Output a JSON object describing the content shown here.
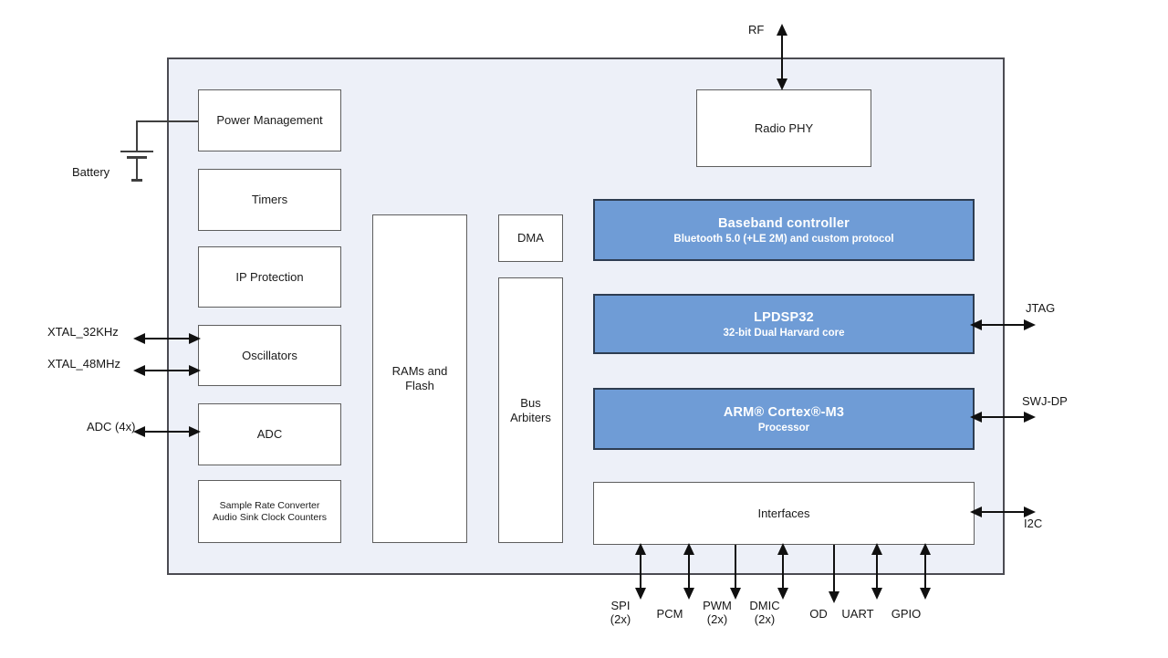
{
  "blocks": {
    "power_management": {
      "label": "Power Management"
    },
    "timers": {
      "label": "Timers"
    },
    "ip_protection": {
      "label": "IP Protection"
    },
    "oscillators": {
      "label": "Oscillators"
    },
    "adc": {
      "label": "ADC"
    },
    "sample_rate": {
      "line1": "Sample Rate Converter",
      "line2": "Audio Sink Clock Counters"
    },
    "rams_flash": {
      "line1": "RAMs and",
      "line2": "Flash"
    },
    "dma": {
      "label": "DMA"
    },
    "bus_arbiters": {
      "line1": "Bus",
      "line2": "Arbiters"
    },
    "radio_phy": {
      "label": "Radio PHY"
    },
    "baseband": {
      "title": "Baseband controller",
      "subtitle": "Bluetooth 5.0 (+LE 2M) and custom protocol"
    },
    "lpdsp32": {
      "title": "LPDSP32",
      "subtitle": "32-bit Dual Harvard core"
    },
    "arm": {
      "title": "ARM® Cortex®-M3",
      "subtitle": "Processor"
    },
    "interfaces": {
      "label": "Interfaces"
    }
  },
  "ports": {
    "battery": {
      "label": "Battery"
    },
    "left": [
      {
        "label": "XTAL_32KHz",
        "direction": "bidirectional"
      },
      {
        "label": "XTAL_48MHz",
        "direction": "bidirectional"
      },
      {
        "label": "ADC (4x)",
        "direction": "bidirectional"
      }
    ],
    "top": {
      "label": "RF",
      "direction": "bidirectional"
    },
    "right": [
      {
        "label": "JTAG",
        "direction": "bidirectional"
      },
      {
        "label": "SWJ-DP",
        "direction": "bidirectional"
      },
      {
        "label": "I2C",
        "direction": "bidirectional"
      }
    ],
    "bottom": [
      {
        "label": "SPI",
        "qty": "(2x)",
        "direction": "bidirectional"
      },
      {
        "label": "PCM",
        "qty": "",
        "direction": "bidirectional"
      },
      {
        "label": "PWM",
        "qty": "(2x)",
        "direction": "out"
      },
      {
        "label": "DMIC",
        "qty": "(2x)",
        "direction": "bidirectional"
      },
      {
        "label": "OD",
        "qty": "",
        "direction": "out"
      },
      {
        "label": "UART",
        "qty": "",
        "direction": "bidirectional"
      },
      {
        "label": "GPIO",
        "qty": "",
        "direction": "bidirectional"
      }
    ]
  },
  "colors": {
    "chip_fill": "#edf0f8",
    "chip_border": "#4b4b52",
    "block_blue": "#6f9cd6",
    "block_blue_border": "#2e3d52",
    "white_box_border": "#5e5e5e",
    "line": "#101010",
    "text": "#1a1a1a",
    "blue_text": "#ffffff"
  }
}
